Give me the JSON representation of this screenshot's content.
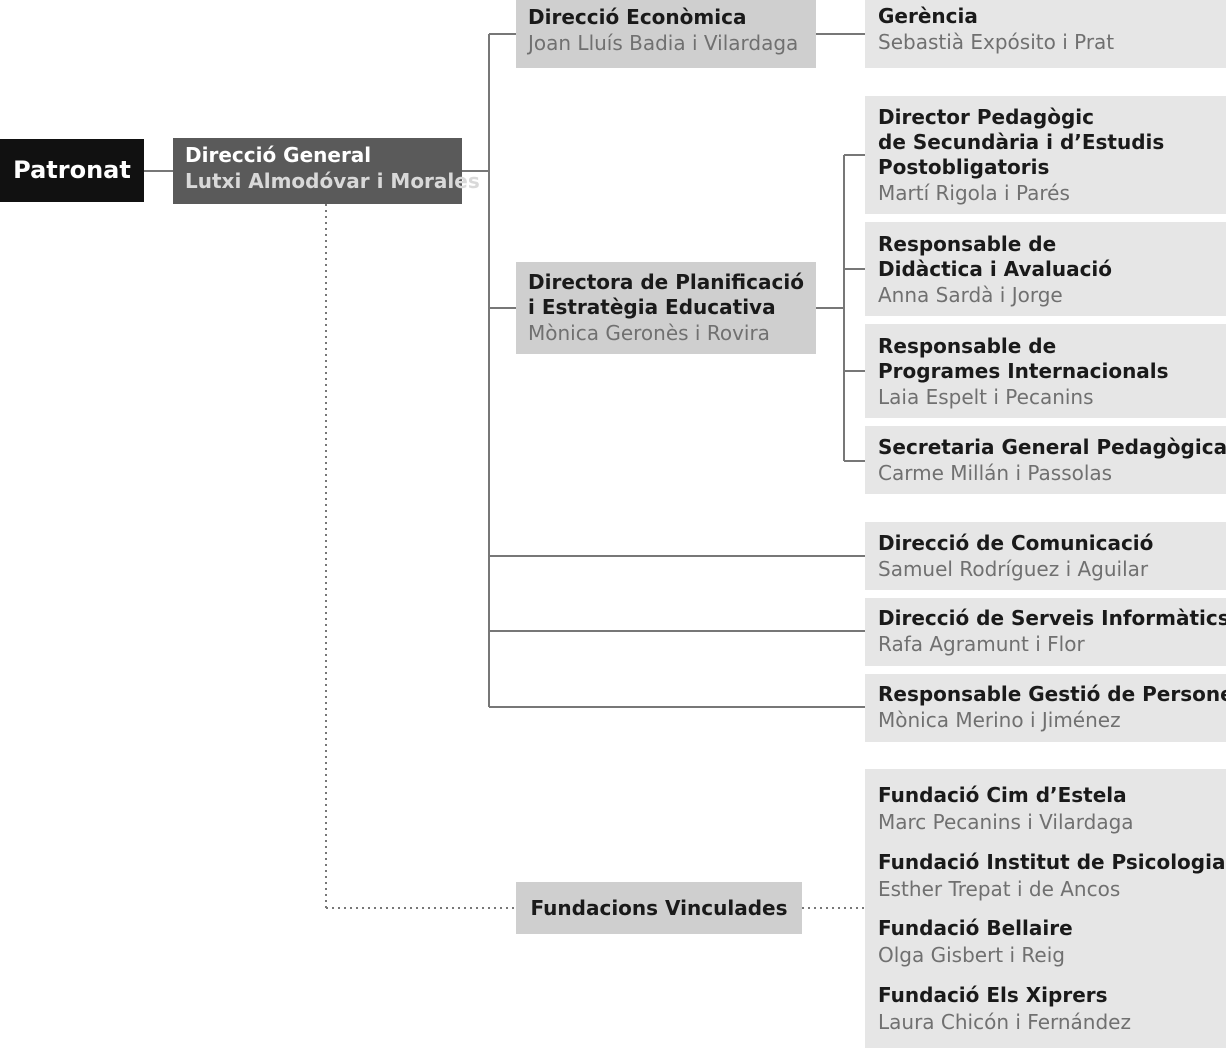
{
  "patronat": {
    "label": "Patronat"
  },
  "direccio_general": {
    "title": "Direcció General",
    "name": "Lutxi Almodóvar i Morales"
  },
  "direccio_economica": {
    "title": "Direcció Econòmica",
    "name": "Joan Lluís Badia i Vilardaga"
  },
  "gerencia": {
    "title": "Gerència",
    "name": "Sebastià Expósito i Prat"
  },
  "planificacio": {
    "title_lines": [
      "Directora de Planificació",
      "i Estratègia Educativa"
    ],
    "name": "Mònica Geronès i Rovira"
  },
  "director_pedagogic": {
    "title_lines": [
      "Director Pedagògic",
      "de Secundària i d’Estudis",
      "Postobligatoris"
    ],
    "name": "Martí Rigola i Parés"
  },
  "didactica": {
    "title_lines": [
      "Responsable de",
      "Didàctica i Avaluació"
    ],
    "name": "Anna Sardà i Jorge"
  },
  "internacionals": {
    "title_lines": [
      "Responsable de",
      "Programes Internacionals"
    ],
    "name": "Laia Espelt i Pecanins"
  },
  "secretaria": {
    "title": "Secretaria General Pedagògica",
    "name": "Carme Millán i Passolas"
  },
  "comunicacio": {
    "title": "Direcció de Comunicació",
    "name": "Samuel Rodríguez i Aguilar"
  },
  "informatics": {
    "title": "Direcció de Serveis Informàtics",
    "name": "Rafa Agramunt i Flor"
  },
  "persones": {
    "title": "Responsable Gestió de Persones",
    "name": "Mònica Merino i Jiménez"
  },
  "fundacions_vinculades": {
    "label": "Fundacions Vinculades"
  },
  "fundacions": [
    {
      "title": "Fundació Cim d’Estela",
      "name": "Marc Pecanins i Vilardaga"
    },
    {
      "title": "Fundació Institut de Psicologia",
      "name": "Esther Trepat i de Ancos"
    },
    {
      "title": "Fundació Bellaire",
      "name": "Olga Gisbert i Reig"
    },
    {
      "title": "Fundació Els Xiprers",
      "name": "Laura Chicón i Fernández"
    }
  ],
  "colors": {
    "patronat": "#111111",
    "direccio_general": "#5a5a5a",
    "medium_box": "#cfcfcf",
    "light_box": "#e6e6e6",
    "connector": "#777777"
  }
}
